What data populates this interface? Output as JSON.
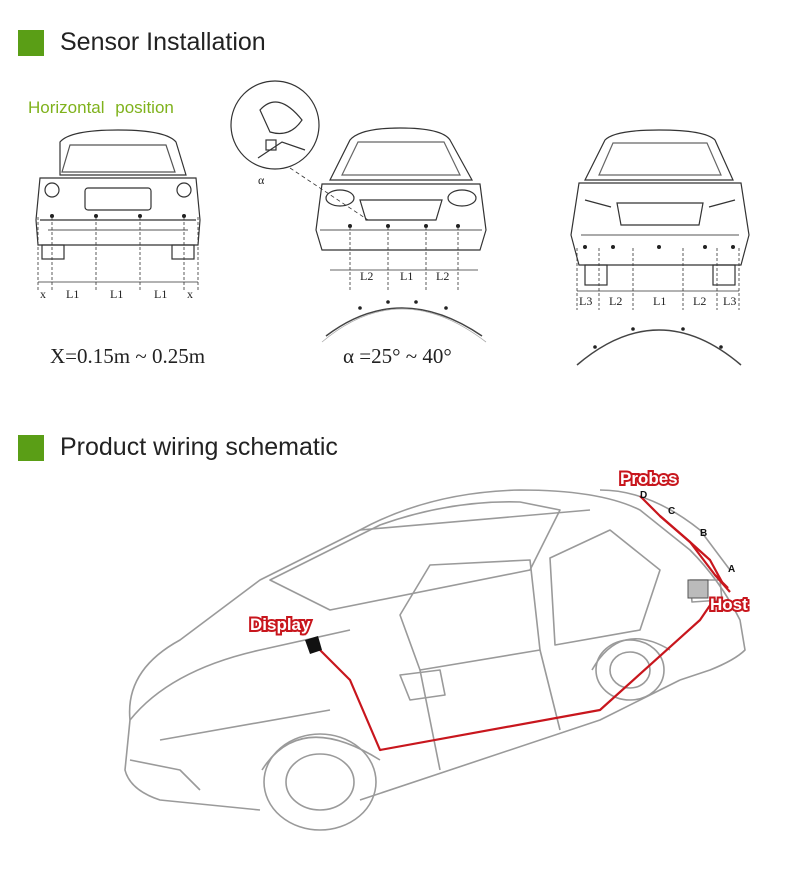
{
  "section1": {
    "title": "Sensor Installation"
  },
  "horizontal_position": "Horizontal  position",
  "car_left": {
    "labels": [
      "x",
      "L1",
      "L1",
      "L1",
      "x"
    ]
  },
  "car_middle": {
    "alpha_label": "α",
    "labels": [
      "L2",
      "L1",
      "L2"
    ]
  },
  "car_right": {
    "labels": [
      "L3",
      "L2",
      "L1",
      "L2",
      "L3"
    ]
  },
  "formula_x": "X=0.15m ~ 0.25m",
  "formula_alpha": "α =25° ~ 40°",
  "section2": {
    "title": "Product wiring schematic"
  },
  "callouts": {
    "probes": "Probes",
    "display": "Display",
    "host": "Host"
  },
  "probe_letters": [
    "D",
    "C",
    "B",
    "A"
  ],
  "colors": {
    "accent_square": "#5a9e16",
    "horizontal_text": "#7fb21c",
    "wire": "#c8161d"
  }
}
